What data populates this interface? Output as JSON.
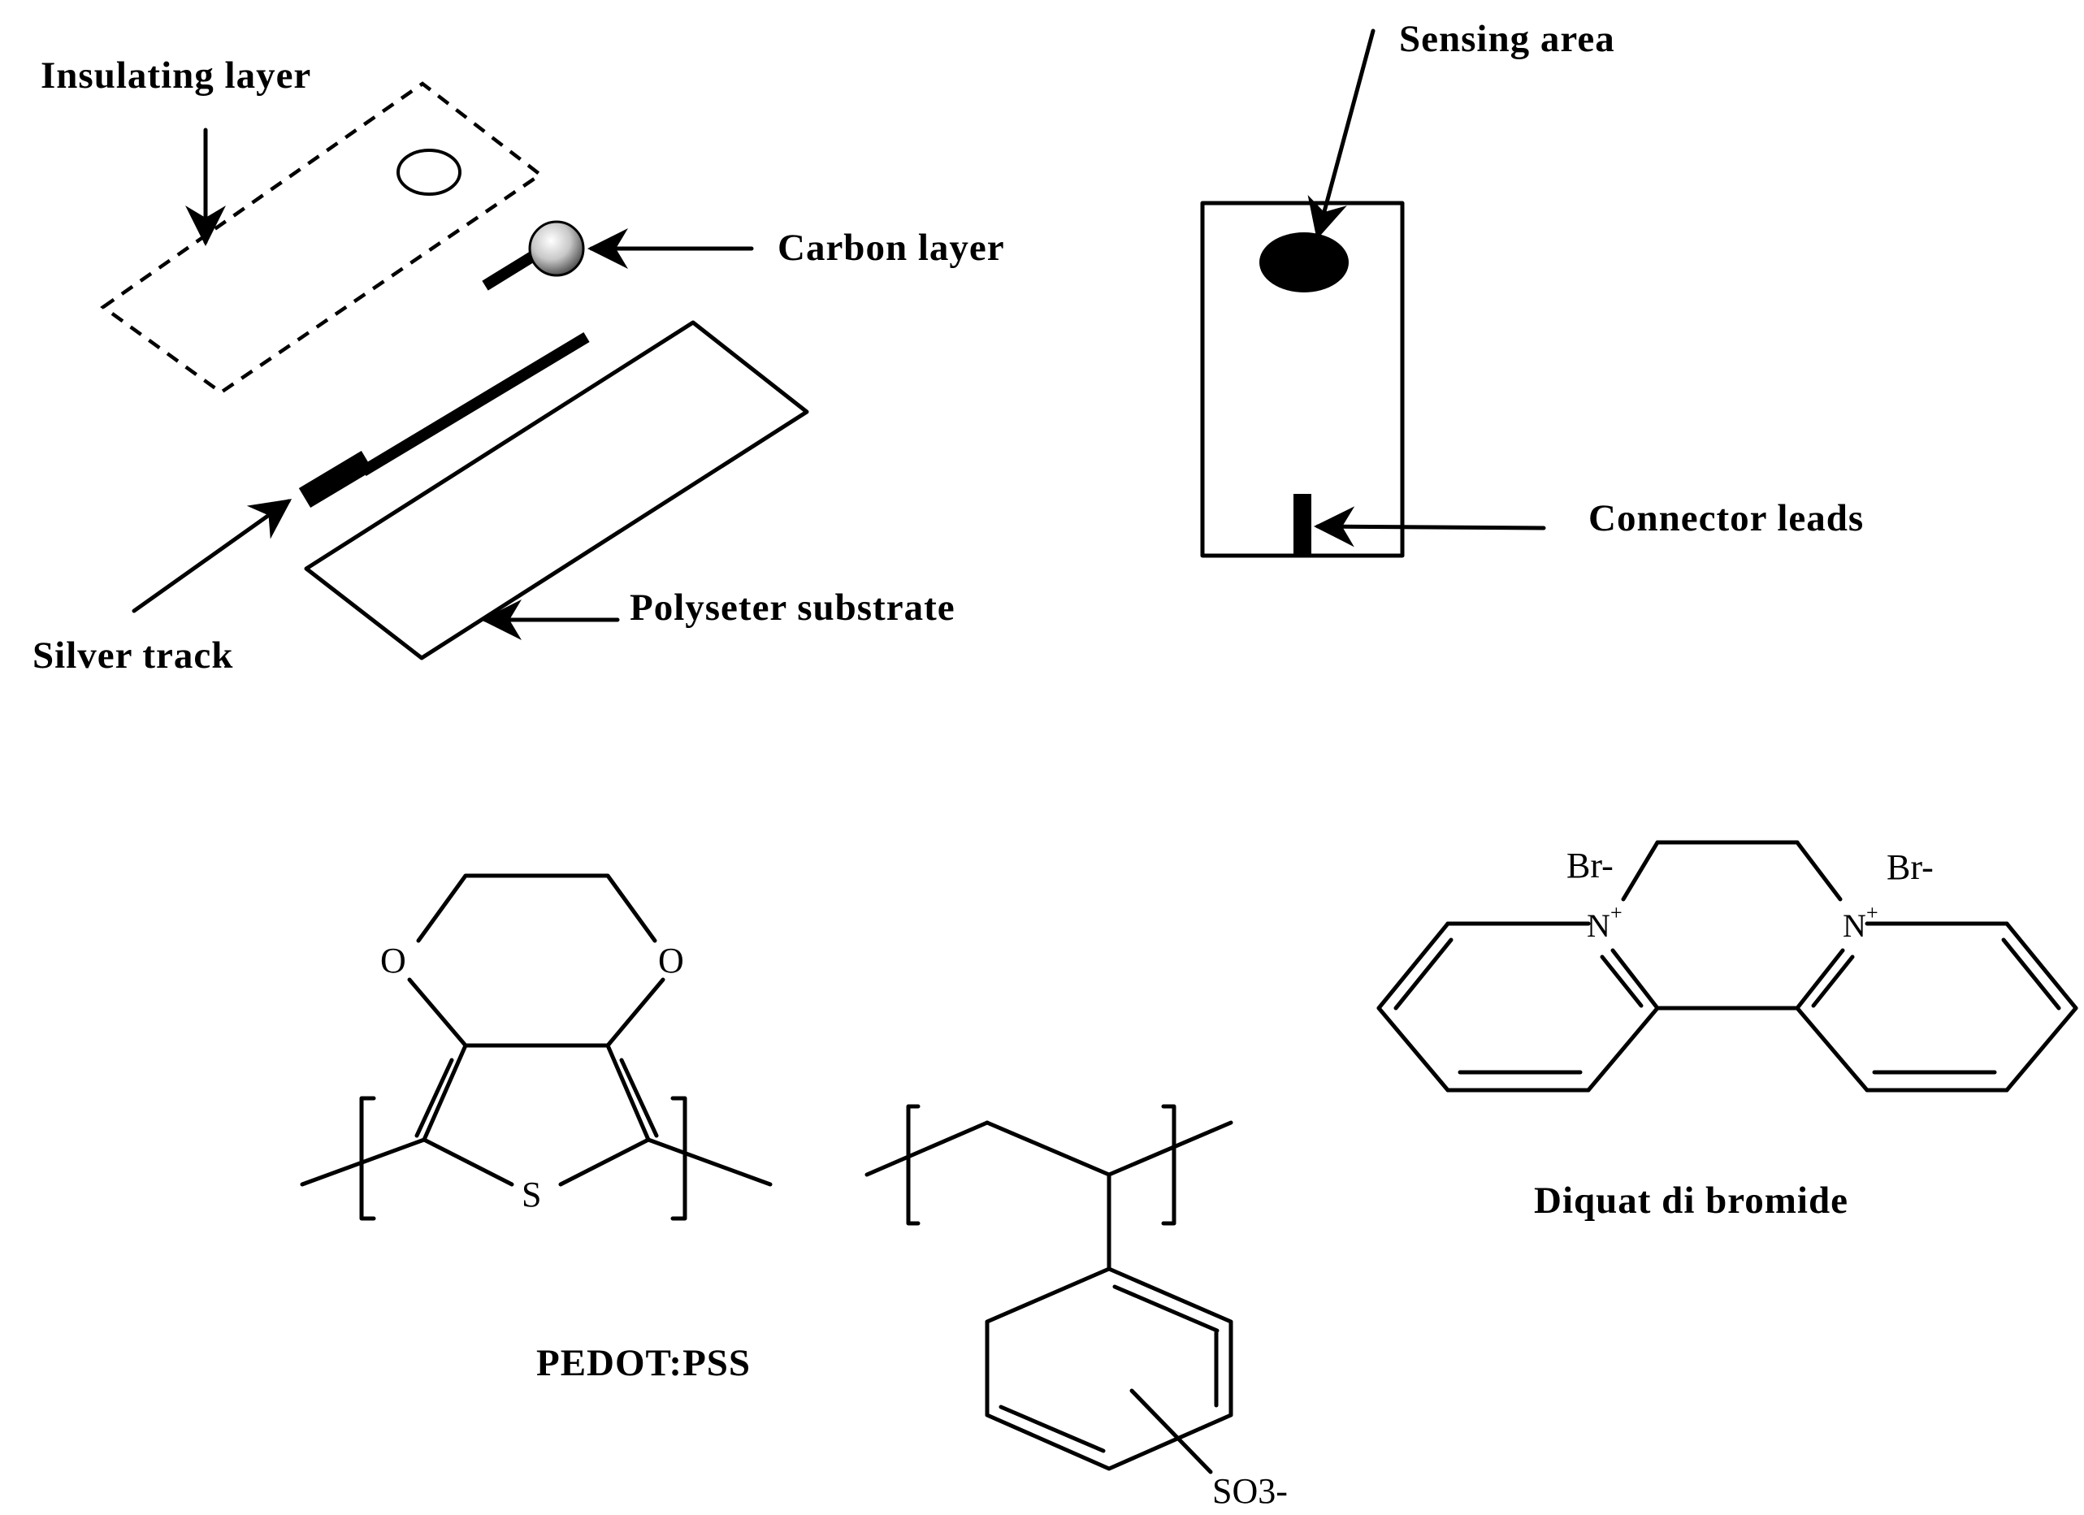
{
  "labels": {
    "insulating_layer": "Insulating layer",
    "carbon_layer": "Carbon layer",
    "silver_track": "Silver track",
    "polyester_substrate": "Polyseter substrate",
    "sensing_area": "Sensing area",
    "connector_leads": "Connector leads",
    "pedot_pss": "PEDOT:PSS",
    "diquat": "Diquat di bromide"
  },
  "atoms": {
    "oxygen": "O",
    "sulfur": "S",
    "sulfonate": "SO3-",
    "bromide": "Br-",
    "nitrogen": "N",
    "plus": "+"
  }
}
